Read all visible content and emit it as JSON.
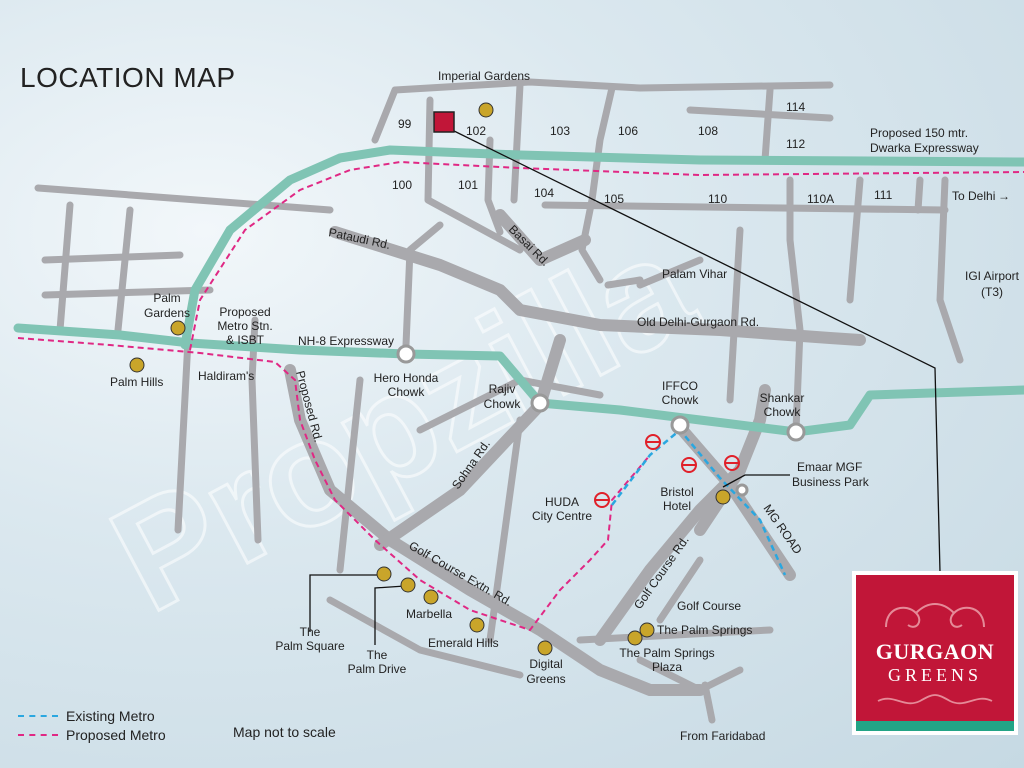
{
  "title": "LOCATION MAP",
  "sectors": [
    "99",
    "102",
    "103",
    "106",
    "108",
    "114",
    "112",
    "100",
    "101",
    "104",
    "105",
    "110",
    "110A",
    "111"
  ],
  "roads": {
    "dwarka_expressway": [
      "Proposed 150 mtr.",
      "Dwarka Expressway"
    ],
    "to_delhi": "To Delhi",
    "pataudi": "Pataudi Rd.",
    "basai": "Basai Rd.",
    "old_delhi_gurgaon": "Old Delhi-Gurgaon Rd.",
    "nh8": "NH-8 Expressway",
    "proposed_rd": "Proposed Rd.",
    "sohna": "Sohna Rd.",
    "golf_course_extn": "Golf Course Extn. Rd.",
    "golf_course_rd": "Golf Course Rd.",
    "mg_road": "MG ROAD",
    "from_faridabad": "From Faridabad"
  },
  "places": {
    "imperial_gardens": "Imperial Gardens",
    "palam_vihar": "Palam Vihar",
    "igi_airport": [
      "IGI Airport",
      "(T3)"
    ],
    "palm_gardens": [
      "Palm",
      "Gardens"
    ],
    "proposed_metro_isbt": [
      "Proposed",
      "Metro Stn.",
      "& ISBT"
    ],
    "palm_hills": "Palm Hills",
    "haldirams": "Haldiram's",
    "hero_honda_chowk": [
      "Hero Honda",
      "Chowk"
    ],
    "rajiv_chowk": [
      "Rajiv",
      "Chowk"
    ],
    "iffco_chowk": [
      "IFFCO",
      "Chowk"
    ],
    "shankar_chowk": [
      "Shankar",
      "Chowk"
    ],
    "emaar_mgf": [
      "Emaar MGF",
      "Business Park"
    ],
    "bristol_hotel": [
      "Bristol",
      "Hotel"
    ],
    "huda_city_centre": [
      "HUDA",
      "City Centre"
    ],
    "golf_course": "Golf Course",
    "palm_springs": "The Palm Springs",
    "palm_springs_plaza": [
      "The Palm Springs",
      "Plaza"
    ],
    "palm_square": [
      "The",
      "Palm Square"
    ],
    "palm_drive": [
      "The",
      "Palm Drive"
    ],
    "marbella": "Marbella",
    "emerald_hills": "Emerald Hills",
    "digital_greens": [
      "Digital",
      "Greens"
    ]
  },
  "legend": {
    "existing_metro": "Existing Metro",
    "proposed_metro": "Proposed Metro",
    "note": "Map not to scale"
  },
  "watermark": "Propzilla",
  "logo": {
    "line1": "GURGAON",
    "line2": "GREENS"
  },
  "colors": {
    "expressway": "#80c4b4",
    "proposed_metro": "#e02884",
    "existing_metro": "#2aa7e0",
    "site_marker": "#c11638",
    "logo_bg": "#c11638",
    "logo_bar": "#23a486",
    "pin": "#c9a52a"
  },
  "icons": {
    "metro": "metro-station-icon",
    "site": "site-marker-icon"
  }
}
